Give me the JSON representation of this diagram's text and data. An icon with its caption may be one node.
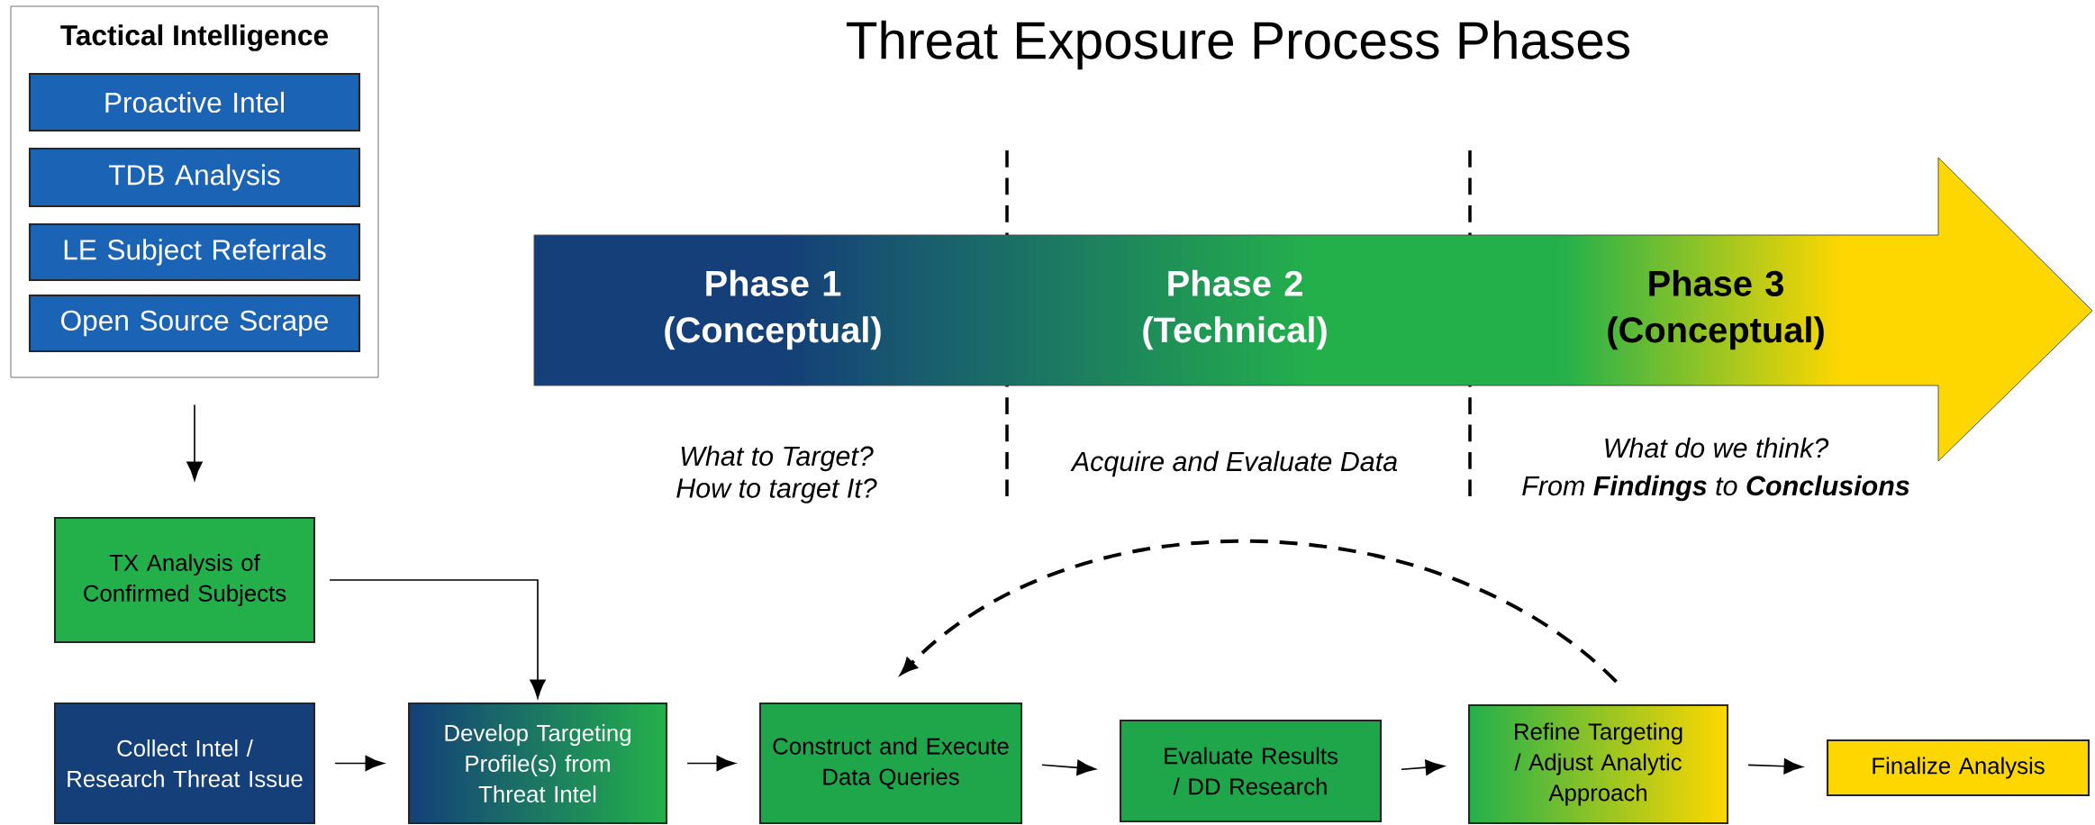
{
  "diagram": {
    "title": "Threat Exposure Process Phases",
    "nodes": [
      {
        "text": [
          "Tactical Intelligence"
        ]
      },
      {
        "text": [
          "Proactive Intel"
        ],
        "in": 0
      },
      {
        "text": [
          "TDB Analysis"
        ],
        "in": 0
      },
      {
        "text": [
          "LE Subject Referrals"
        ],
        "in": 0
      },
      {
        "text": [
          "Open Source Scrape"
        ],
        "in": 0
      },
      {
        "text": [
          "TX Analysis of Confirmed Subjects"
        ]
      },
      {
        "text": [
          "Collect Intel / Research Threat Issue"
        ]
      },
      {
        "text": [
          "Develop Targeting Profile(s) from Threat Intel"
        ]
      },
      {
        "text": [
          "Construct and Execute Data Queries"
        ]
      },
      {
        "text": [
          "Evaluate Results / DD Research"
        ]
      },
      {
        "text": [
          "Refine Targeting / Adjust Analytic Approach"
        ]
      },
      {
        "text": [
          "Finalize Analysis"
        ]
      },
      {
        "text": [
          "Phase 1 (Conceptual)",
          "Phase 2 (Technical)",
          "Phase 3 (Conceptual)"
        ]
      }
    ],
    "edges": [
      {
        "from": 0,
        "to": 5,
        "arrow": "to"
      },
      {
        "from": 5,
        "to": 7,
        "arrow": "to"
      },
      {
        "from": 6,
        "to": 7,
        "arrow": "to"
      },
      {
        "from": 7,
        "to": 8,
        "arrow": "to"
      },
      {
        "from": 8,
        "to": 9,
        "arrow": "to"
      },
      {
        "from": 9,
        "to": 10,
        "arrow": "to"
      },
      {
        "from": 10,
        "to": 11,
        "arrow": "to"
      },
      {
        "from": 10,
        "to": 8,
        "arrow": "to",
        "style": "dashed"
      }
    ],
    "labels": [
      "What to Target?",
      "How to target It?",
      "Acquire and Evaluate Data",
      "What do we think?",
      "From **Findings** to **Conclusions**"
    ]
  }
}
